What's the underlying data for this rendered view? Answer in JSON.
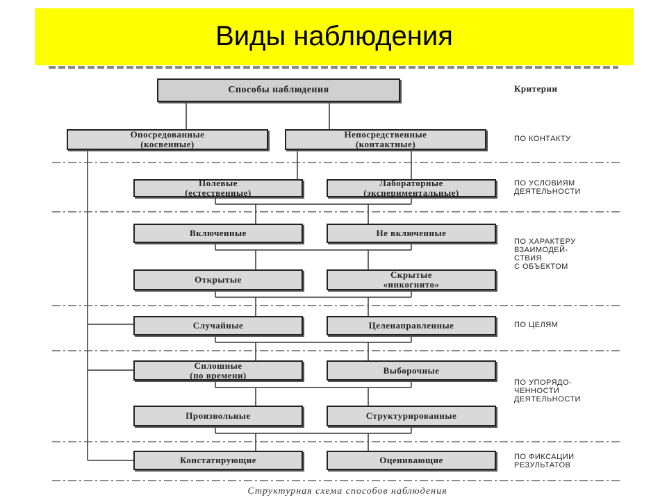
{
  "title": "Виды наблюдения",
  "caption": "Структурная схема способов наблюдения",
  "criteria": {
    "header": "Критерии",
    "contact": "ПО КОНТАКТУ",
    "conditions": "ПО УСЛОВИЯМ\nДЕЯТЕЛЬНОСТИ",
    "interaction": "ПО ХАРАКТЕРУ\nВЗАИМОДЕЙ-\nСТВИЯ\nС ОБЪЕКТОМ",
    "goals": "ПО ЦЕЛЯМ",
    "ordering": "ПО УПОРЯДО-\nЧЕННОСТИ\nДЕЯТЕЛЬНОСТИ",
    "fixation": "ПО ФИКСАЦИИ\nРЕЗУЛЬТАТОВ"
  },
  "boxes": {
    "root": "Способы наблюдения",
    "indirect": "Опосредованные\n(косвенные)",
    "direct": "Непосредственные\n(контактные)",
    "field": "Полевые\n(естественные)",
    "lab": "Лабораторные\n(экспериментальные)",
    "included": "Включенные",
    "not_included": "Не включенные",
    "open": "Открытые",
    "hidden": "Скрытые\n«инкогнито»",
    "random": "Случайные",
    "targeted": "Целенаправленные",
    "continuous": "Сплошные\n(по времени)",
    "selective": "Выборочные",
    "arbitrary": "Произвольные",
    "structured": "Структурированные",
    "stating": "Констатирующие",
    "evaluating": "Оценивающие"
  }
}
